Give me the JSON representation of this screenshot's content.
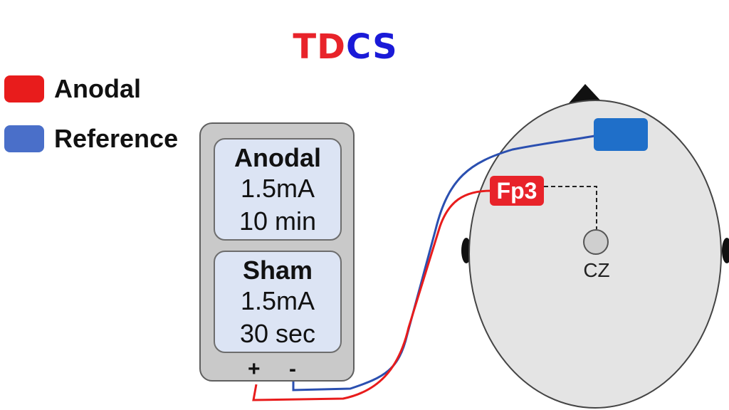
{
  "title": {
    "part1": "TD",
    "part2": "CS",
    "color1": "#e8232a",
    "color2": "#1a1ad8"
  },
  "legend": [
    {
      "label": "Anodal",
      "color": "#e81c1c"
    },
    {
      "label": "Reference",
      "color": "#4a6fc9"
    }
  ],
  "device": {
    "panels": [
      {
        "title": "Anodal",
        "current": "1.5mA",
        "duration": "10 min"
      },
      {
        "title": "Sham",
        "current": "1.5mA",
        "duration": "30 sec"
      }
    ],
    "terminals": {
      "positive": "+",
      "negative": "-"
    }
  },
  "head": {
    "anode_label": "Fp3",
    "cz_label": "CZ"
  },
  "colors": {
    "anodal_wire": "#e81c1c",
    "reference_wire": "#2a4fb0",
    "device_body": "#c9c9c9",
    "panel_bg": "#dce4f4",
    "head_fill": "#e4e4e4"
  }
}
